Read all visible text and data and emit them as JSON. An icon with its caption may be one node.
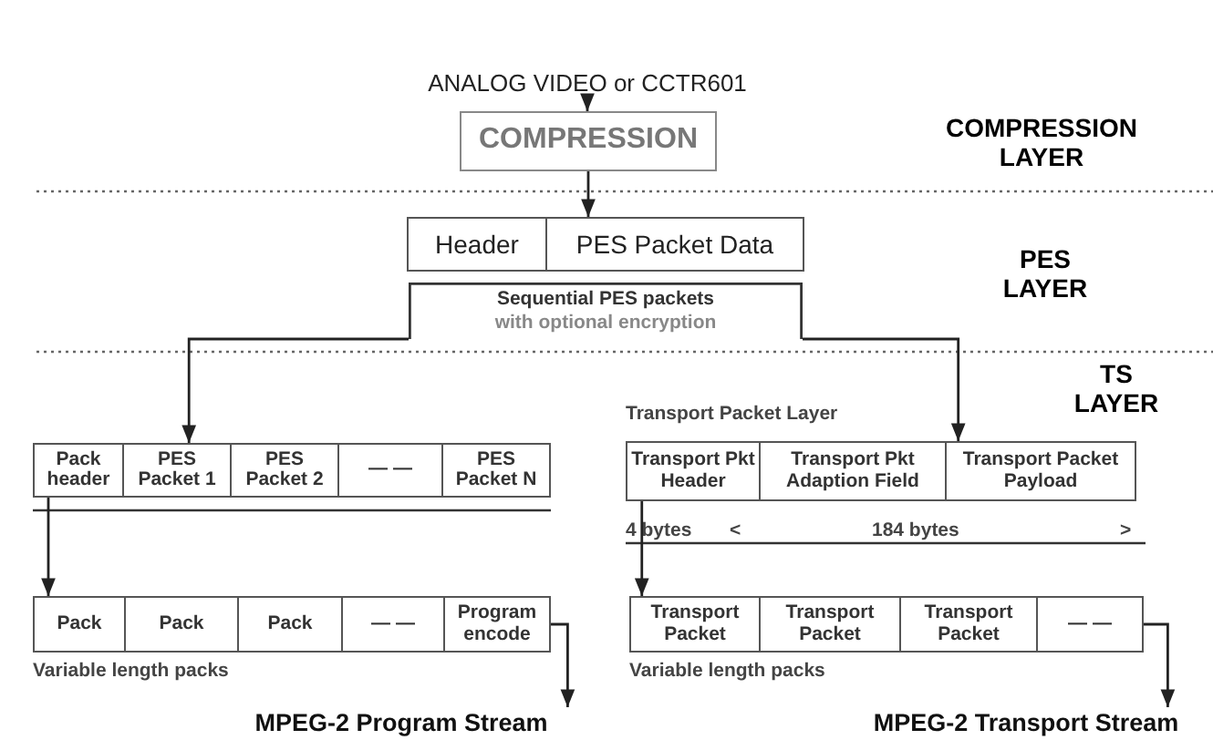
{
  "diagram": {
    "nodes": [
      {
        "text": [
          "ANALOG VIDEO or CCTR601"
        ]
      },
      {
        "text": [
          "COMPRESSION"
        ]
      },
      {
        "text": [
          "Header"
        ]
      },
      {
        "text": [
          "PES Packet Data"
        ]
      },
      {
        "text": [
          "Sequential PES packets",
          "with optional encryption"
        ]
      },
      {
        "text": [
          "Pack header"
        ]
      },
      {
        "text": [
          "PES Packet 1"
        ]
      },
      {
        "text": [
          "PES Packet 2"
        ]
      },
      {
        "text": [
          "— —"
        ]
      },
      {
        "text": [
          "PES Packet N"
        ]
      },
      {
        "text": [
          "Pack"
        ]
      },
      {
        "text": [
          "Pack"
        ]
      },
      {
        "text": [
          "Pack"
        ]
      },
      {
        "text": [
          "— —"
        ]
      },
      {
        "text": [
          "Program encode"
        ]
      },
      {
        "text": [
          "MPEG-2 Program Stream"
        ]
      },
      {
        "text": [
          "Transport Pkt Header"
        ]
      },
      {
        "text": [
          "Transport Pkt Adaption Field"
        ]
      },
      {
        "text": [
          "Transport Packet Payload"
        ]
      },
      {
        "text": [
          "Transport Packet"
        ]
      },
      {
        "text": [
          "Transport Packet"
        ]
      },
      {
        "text": [
          "Transport Packet"
        ]
      },
      {
        "text": [
          "— —"
        ]
      },
      {
        "text": [
          "MPEG-2 Transport Stream"
        ]
      }
    ],
    "edges": [
      {
        "from": 0,
        "to": 1,
        "arrow": "to"
      },
      {
        "from": 1,
        "to": 3,
        "arrow": "to"
      },
      {
        "from": 4,
        "to": 6,
        "arrow": "to"
      },
      {
        "from": 4,
        "to": 18,
        "arrow": "to"
      },
      {
        "from": 5,
        "to": 10,
        "arrow": "to"
      },
      {
        "from": 14,
        "to": 15,
        "arrow": "to"
      },
      {
        "from": 16,
        "to": 19,
        "arrow": "to"
      },
      {
        "from": 22,
        "to": 23,
        "arrow": "to"
      }
    ],
    "labels": [
      "COMPRESSION LAYER",
      "PES LAYER",
      "TS LAYER",
      "Transport Packet Layer",
      "4 bytes",
      "<",
      "184 bytes",
      ">",
      "Variable length packs",
      "Variable length packs"
    ]
  }
}
